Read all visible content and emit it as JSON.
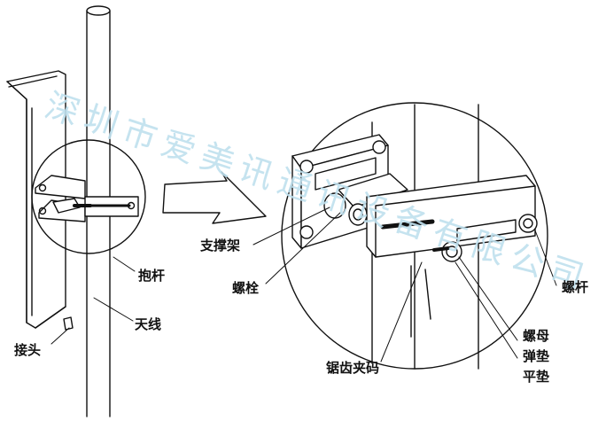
{
  "watermark": "深圳市爱美讯通讯设备有限公司",
  "labels": {
    "support_bracket": "支撑架",
    "pole": "抱杆",
    "bolt": "螺栓",
    "antenna": "天线",
    "connector": "接头",
    "serrated_clamp": "锯齿夹码",
    "nut": "螺母",
    "spring_washer": "弹垫",
    "flat_washer": "平垫",
    "screw_rod": "螺杆"
  },
  "colors": {
    "line": "#111111",
    "watermark": "#bfe0ee",
    "background": "#ffffff"
  }
}
